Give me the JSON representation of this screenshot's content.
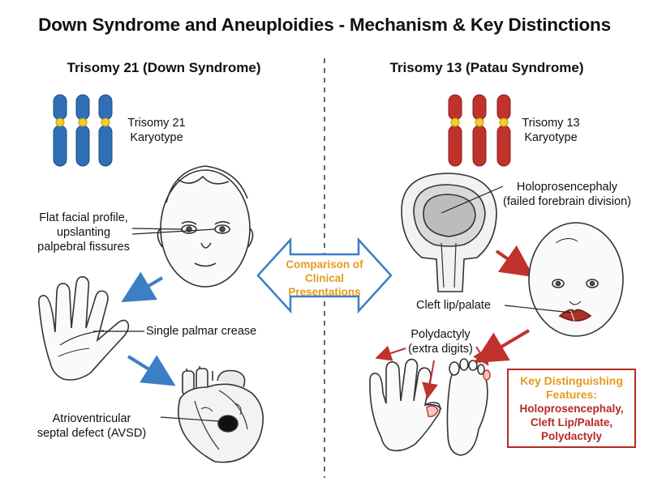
{
  "title": "Down Syndrome and Aneuploidies - Mechanism & Key Distinctions",
  "left": {
    "heading": "Trisomy 21 (Down Syndrome)",
    "karyotype_line1": "Trisomy 21",
    "karyotype_line2": "Karyotype",
    "face_line1": "Flat facial profile,",
    "face_line2": "upslanting",
    "face_line3": "palpebral fissures",
    "palm": "Single palmar crease",
    "heart_line1": "Atrioventricular",
    "heart_line2": "septal defect (AVSD)"
  },
  "center": {
    "line1": "Comparison of",
    "line2": "Clinical",
    "line3": "Presentations"
  },
  "right": {
    "heading": "Trisomy 13 (Patau Syndrome)",
    "karyotype_line1": "Trisomy 13",
    "karyotype_line2": "Karyotype",
    "brain_line1": "Holoprosencephaly",
    "brain_line2": "(failed forebrain division)",
    "cleft": "Cleft lip/palate",
    "poly_line1": "Polydactyly",
    "poly_line2": "(extra digits)",
    "key_title_line1": "Key Distinguishing",
    "key_title_line2": "Features:",
    "key_f1": "Holoprosencephaly,",
    "key_f2": "Cleft Lip/Palate,",
    "key_f3": "Polydactyly"
  },
  "colors": {
    "trisomy21_chromosome": "#2f6fb5",
    "trisomy13_chromosome": "#c0322c",
    "centromere": "#f2cf2a",
    "arrow_blue": "#3b7fc4",
    "arrow_red": "#c0322c",
    "comparison_text": "#e59a1e",
    "key_box_border": "#b52a24"
  }
}
